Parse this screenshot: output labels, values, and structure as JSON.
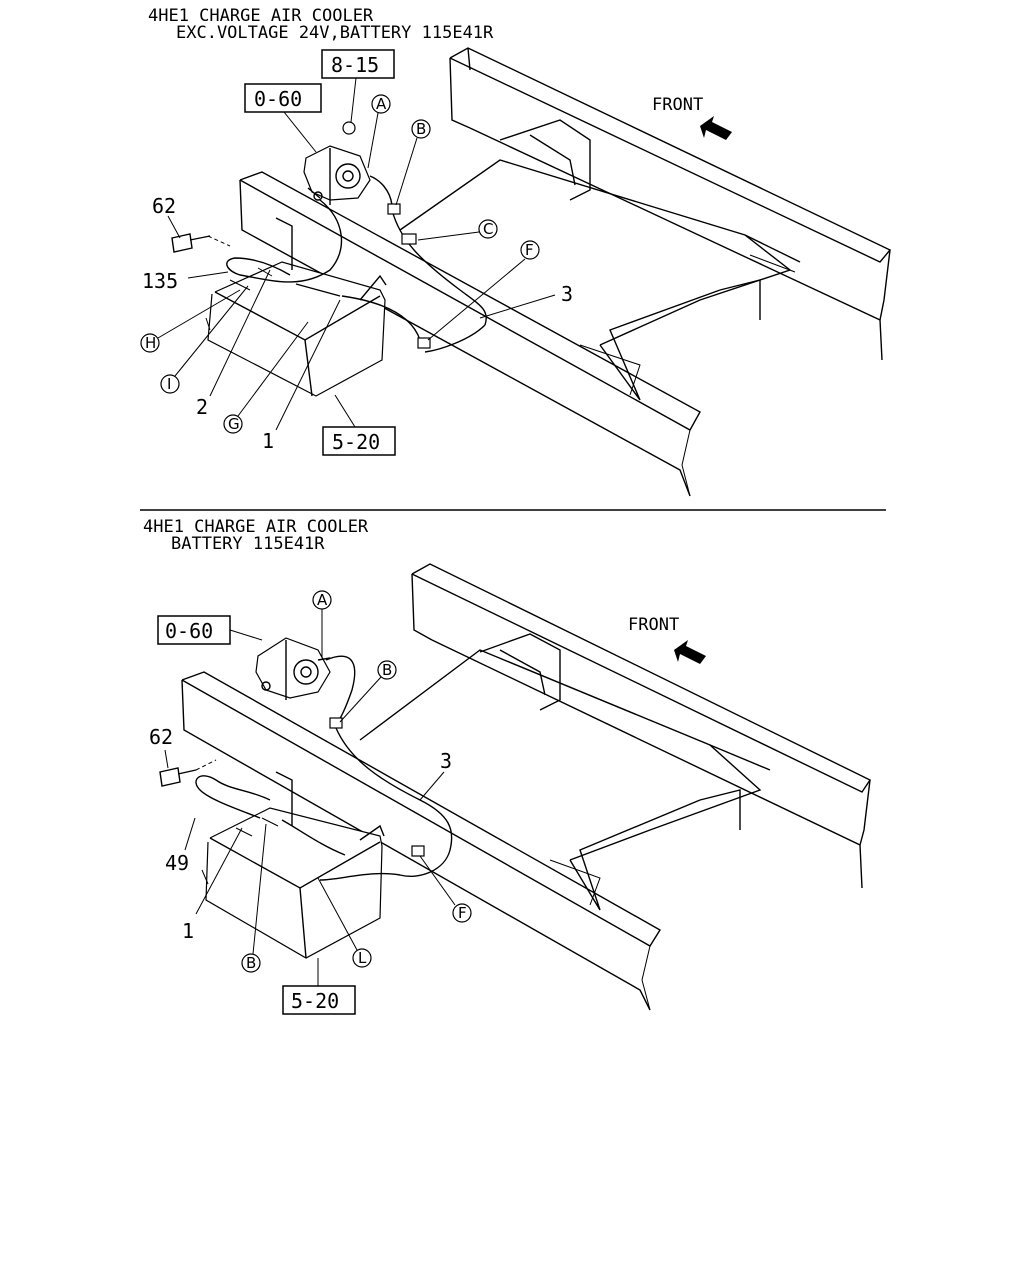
{
  "diagrams": [
    {
      "header_line1": "4HE1 CHARGE AIR COOLER",
      "header_line2": "EXC.VOLTAGE 24V,BATTERY 115E41R",
      "front_label": "FRONT",
      "ref_boxes": [
        "8-15",
        "0-60",
        "5-20"
      ],
      "part_numbers": [
        "62",
        "135",
        "2",
        "1",
        "3"
      ],
      "callouts": [
        "A",
        "B",
        "C",
        "F",
        "H",
        "I",
        "G"
      ]
    },
    {
      "header_line1": "4HE1 CHARGE AIR COOLER",
      "header_line2": "BATTERY 115E41R",
      "front_label": "FRONT",
      "ref_boxes": [
        "0-60",
        "5-20"
      ],
      "part_numbers": [
        "62",
        "49",
        "1",
        "3"
      ],
      "callouts": [
        "A",
        "B",
        "B",
        "L",
        "F"
      ]
    }
  ]
}
